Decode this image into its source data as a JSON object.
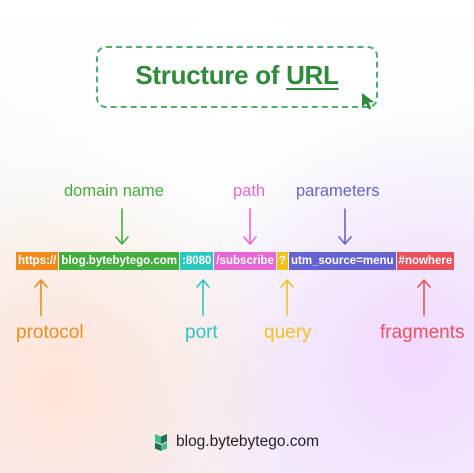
{
  "title": {
    "text": "Structure of ",
    "highlight": "URL"
  },
  "labels": {
    "domain_name": "domain name",
    "path": "path",
    "parameters": "parameters",
    "protocol": "protocol",
    "port": "port",
    "query": "query",
    "fragments": "fragments"
  },
  "url_segments": {
    "protocol": "https://",
    "domain": "blog.bytebytego.com",
    "port": ":8080",
    "path": "/subscribe",
    "query": "?",
    "parameters": "utm_source=menu",
    "fragment": "#nowhere"
  },
  "colors": {
    "protocol": "#ef8a1e",
    "domain": "#43ae3d",
    "port": "#2dc6c0",
    "path": "#e667d6",
    "query": "#f2c21a",
    "parameters": "#6563d2",
    "fragment": "#e9515b",
    "title": "#2e8b3a"
  },
  "footer": {
    "text": "blog.bytebytego.com",
    "logo_icon": "bytebytego-logo-icon"
  }
}
